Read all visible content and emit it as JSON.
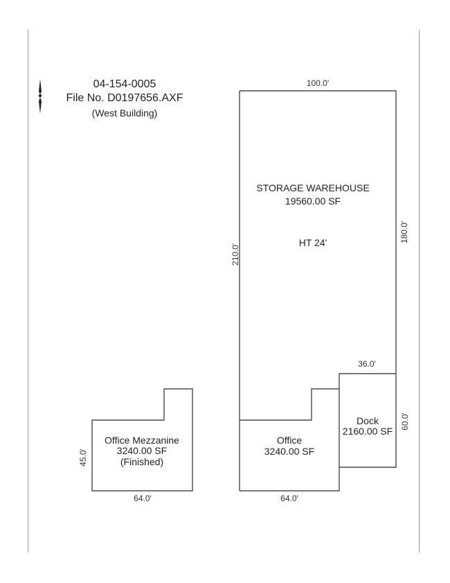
{
  "header": {
    "parcel_id": "04-154-0005",
    "file_no": "File No. D0197656.AXF",
    "building_name": "(West Building)"
  },
  "icons": {
    "north_arrow": "north-arrow-icon"
  },
  "colors": {
    "line": "#4a4a4a",
    "text": "#222222",
    "border": "#9a9a9a",
    "background": "#ffffff"
  },
  "sketch": {
    "storage_warehouse": {
      "name": "STORAGE WAREHOUSE",
      "area": "19560.00 SF",
      "height": "HT 24'",
      "dim_top": "100.0'",
      "dim_left": "210.0'",
      "dim_right": "180.0'"
    },
    "dock": {
      "name": "Dock",
      "area": "2160.00 SF",
      "dim_top": "36.0'",
      "dim_right": "60.0'"
    },
    "office": {
      "name": "Office",
      "area": "3240.00 SF",
      "dim_bottom": "64.0'"
    },
    "office_mezzanine": {
      "name": "Office Mezzanine",
      "area": "3240.00 SF",
      "finish": "(Finished)",
      "dim_left": "45.0'",
      "dim_bottom": "64.0'"
    }
  }
}
